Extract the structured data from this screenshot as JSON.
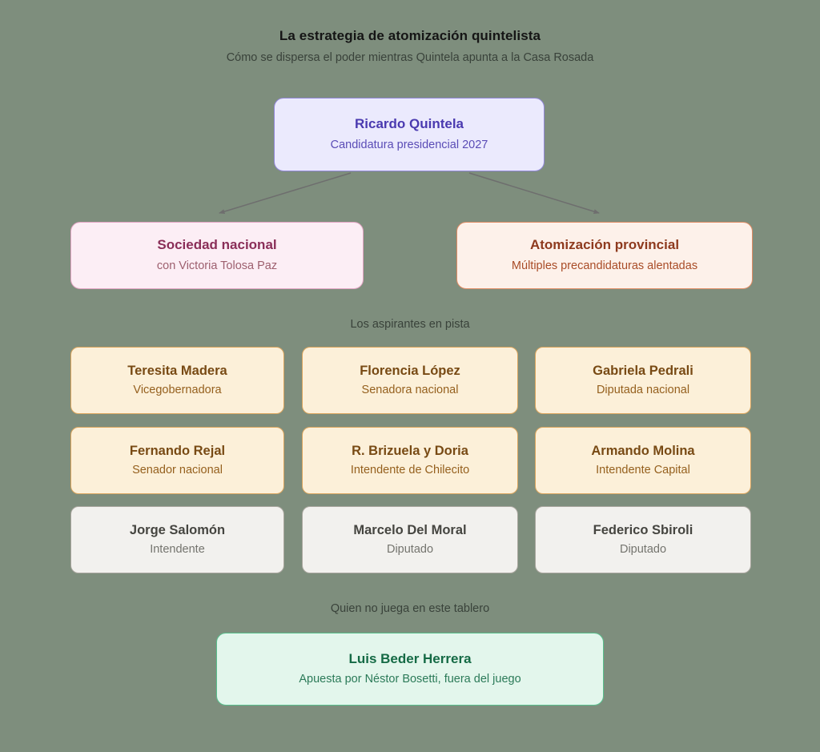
{
  "header": {
    "title": "La estrategia de atomización quintelista",
    "subtitle": "Cómo se dispersa el poder mientras Quintela apunta a la Casa Rosada"
  },
  "root_node": {
    "title": "Ricardo Quintela",
    "subtitle": "Candidatura presidencial 2027"
  },
  "branches": [
    {
      "title": "Sociedad nacional",
      "subtitle": "con Victoria Tolosa Paz"
    },
    {
      "title": "Atomización provincial",
      "subtitle": "Múltiples precandidaturas alentadas"
    }
  ],
  "aspirantes": {
    "section_label": "Los aspirantes en pista",
    "cards": [
      {
        "name": "Teresita Madera",
        "role": "Vicegobernadora"
      },
      {
        "name": "Florencia López",
        "role": "Senadora nacional"
      },
      {
        "name": "Gabriela Pedrali",
        "role": "Diputada nacional"
      },
      {
        "name": "Fernando Rejal",
        "role": "Senador nacional"
      },
      {
        "name": "R. Brizuela y Doria",
        "role": "Intendente de Chilecito"
      },
      {
        "name": "Armando Molina",
        "role": "Intendente Capital"
      },
      {
        "name": "Jorge Salomón",
        "role": "Intendente"
      },
      {
        "name": "Marcelo Del Moral",
        "role": "Diputado"
      },
      {
        "name": "Federico Sbiroli",
        "role": "Diputado"
      }
    ]
  },
  "outsider": {
    "section_label": "Quien no juega en este tablero",
    "title": "Luis Beder Herrera",
    "subtitle": "Apuesta por Néstor Bosetti, fuera del juego"
  },
  "colors": {
    "background": "#7e8e7d",
    "root_accent": "#4a3ab0",
    "branch_left_accent": "#8a2e58",
    "branch_right_accent": "#8e3a1e",
    "aspirante_accent": "#784a14",
    "neutral_accent": "#454540",
    "outsider_accent": "#156a45",
    "connector": "#6e6e6e"
  }
}
